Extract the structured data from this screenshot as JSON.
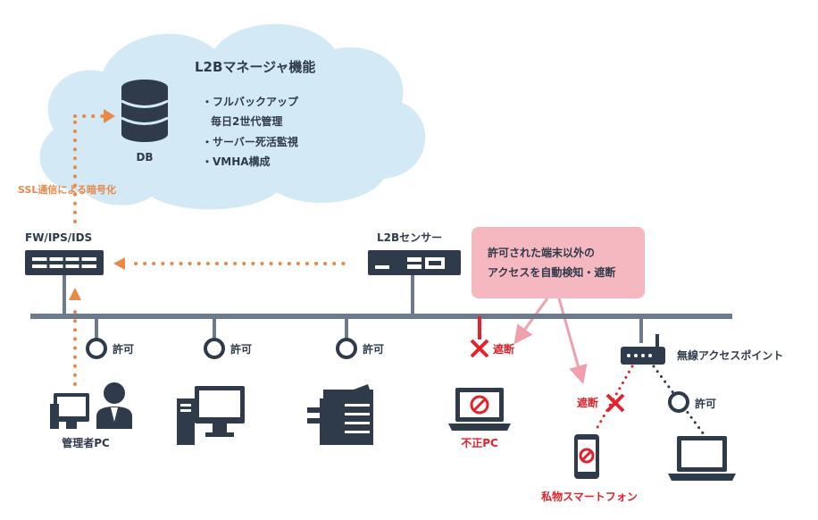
{
  "cloud": {
    "title": "L2Bマネージャ機能",
    "features": [
      "・フルバックアップ",
      "毎日2世代管理",
      "・サーバー死活監視",
      "・VMHA構成"
    ],
    "db_label": "DB"
  },
  "ssl_label": "SSL通信による暗号化",
  "firewall_label": "FW/IPS/IDS",
  "sensor_label": "L2Bセンサー",
  "callout": {
    "line1": "許可された端末以外の",
    "line2": "アクセスを自動検知・遮断"
  },
  "permit_label": "許可",
  "block_label": "遮断",
  "devices": {
    "admin_pc": "管理者PC",
    "unauthorized_pc": "不正PC",
    "private_phone": "私物スマートフォン",
    "wireless_ap": "無線アクセスポイント"
  },
  "colors": {
    "cloud": "#d3e9f6",
    "navy": "#2f3a4a",
    "network_line": "#6b7a8c",
    "orange": "#e8894a",
    "red": "#e3222a",
    "callout_bg": "#f5b8c0",
    "callout_arrow": "#f0a0aa"
  }
}
